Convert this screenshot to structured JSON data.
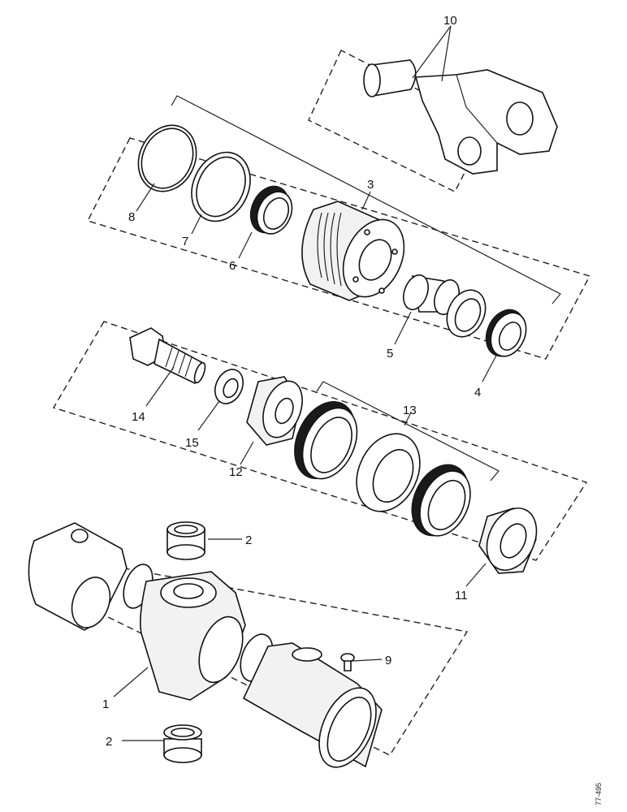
{
  "callouts": [
    {
      "id": "c1",
      "text": "1"
    },
    {
      "id": "c2a",
      "text": "2"
    },
    {
      "id": "c2b",
      "text": "2"
    },
    {
      "id": "c3",
      "text": "3"
    },
    {
      "id": "c4",
      "text": "4"
    },
    {
      "id": "c5",
      "text": "5"
    },
    {
      "id": "c6",
      "text": "6"
    },
    {
      "id": "c7",
      "text": "7"
    },
    {
      "id": "c8",
      "text": "8"
    },
    {
      "id": "c9",
      "text": "9"
    },
    {
      "id": "c10",
      "text": "10"
    },
    {
      "id": "c11",
      "text": "11"
    },
    {
      "id": "c12",
      "text": "12"
    },
    {
      "id": "c13",
      "text": "13"
    },
    {
      "id": "c14",
      "text": "14"
    },
    {
      "id": "c15",
      "text": "15"
    }
  ],
  "drawing_code": "77-495",
  "colors": {
    "ink": "#111111",
    "paper": "#ffffff"
  }
}
